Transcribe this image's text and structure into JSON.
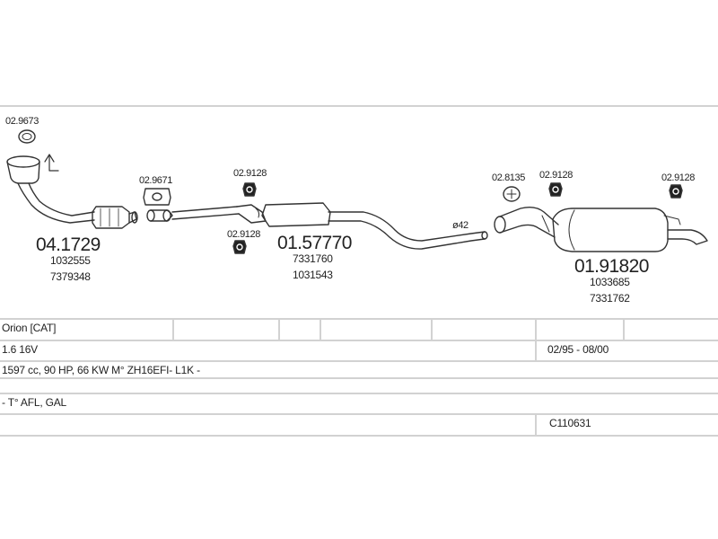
{
  "parts": {
    "front_pipe": {
      "code": "04.1729",
      "refs": [
        "1032555",
        "7379348"
      ]
    },
    "middle_silencer": {
      "code": "01.57770",
      "refs": [
        "7331760",
        "1031543"
      ]
    },
    "rear_silencer": {
      "code": "01.91820",
      "refs": [
        "1033685",
        "7331762"
      ]
    },
    "gasket_front": "02.9673",
    "gasket_mid": "02.9671",
    "hanger_1": "02.9128",
    "hanger_2": "02.9128",
    "clamp": "02.8135",
    "hanger_3": "02.9128",
    "hanger_4": "02.9128",
    "pipe_diameter": "ø42"
  },
  "table": {
    "model": "Orion  [CAT]",
    "engine": "1.6 16V",
    "dates": "02/95 - 08/00",
    "spec": "1597 cc, 90 HP, 66 KW M° ZH16EFI- L1K -",
    "notes": "- T° AFL, GAL",
    "code": "C110631"
  }
}
